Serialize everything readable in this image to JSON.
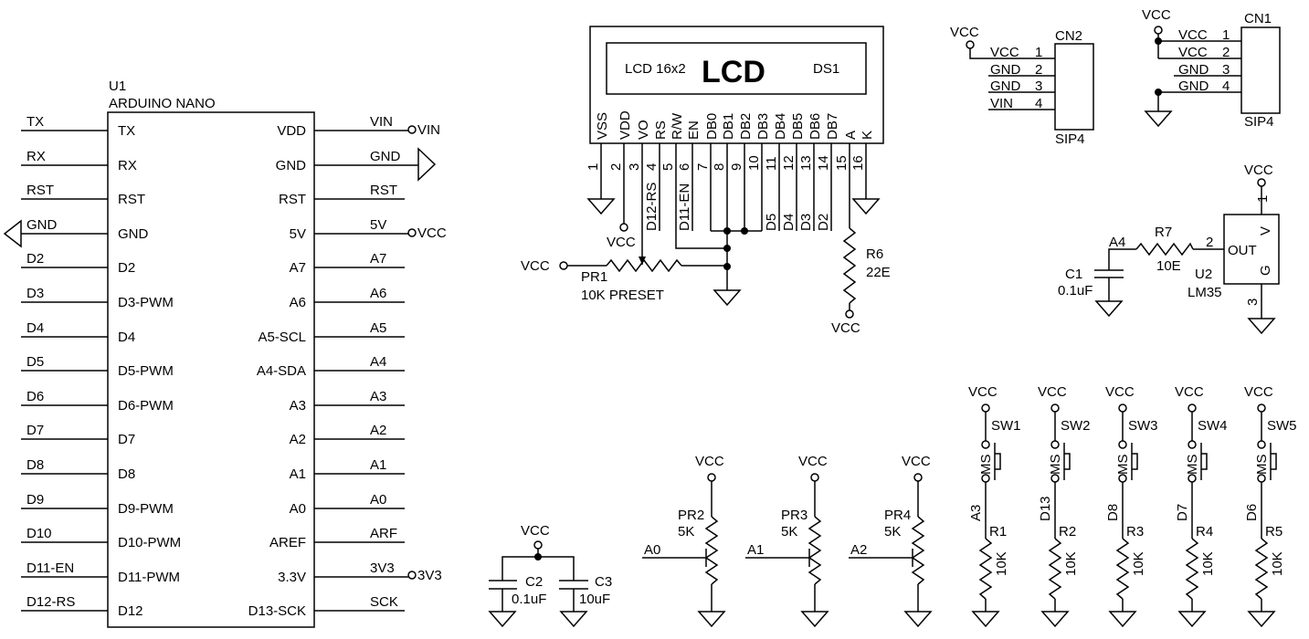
{
  "u1": {
    "ref": "U1",
    "value": "ARDUINO NANO",
    "left_pins": [
      {
        "pin": "TX",
        "net": "TX"
      },
      {
        "pin": "RX",
        "net": "RX"
      },
      {
        "pin": "RST",
        "net": "RST"
      },
      {
        "pin": "GND",
        "net": "GND"
      },
      {
        "pin": "D2",
        "net": "D2"
      },
      {
        "pin": "D3-PWM",
        "net": "D3"
      },
      {
        "pin": "D4",
        "net": "D4"
      },
      {
        "pin": "D5-PWM",
        "net": "D5"
      },
      {
        "pin": "D6-PWM",
        "net": "D6"
      },
      {
        "pin": "D7",
        "net": "D7"
      },
      {
        "pin": "D8",
        "net": "D8"
      },
      {
        "pin": "D9-PWM",
        "net": "D9"
      },
      {
        "pin": "D10-PWM",
        "net": "D10"
      },
      {
        "pin": "D11-PWM",
        "net": "D11-EN"
      },
      {
        "pin": "D12",
        "net": "D12-RS"
      }
    ],
    "right_pins": [
      {
        "pin": "VDD",
        "net": "VIN"
      },
      {
        "pin": "GND",
        "net": "GND"
      },
      {
        "pin": "RST",
        "net": "RST"
      },
      {
        "pin": "5V",
        "net": "5V"
      },
      {
        "pin": "A7",
        "net": "A7"
      },
      {
        "pin": "A6",
        "net": "A6"
      },
      {
        "pin": "A5-SCL",
        "net": "A5"
      },
      {
        "pin": "A4-SDA",
        "net": "A4"
      },
      {
        "pin": "A3",
        "net": "A3"
      },
      {
        "pin": "A2",
        "net": "A2"
      },
      {
        "pin": "A1",
        "net": "A1"
      },
      {
        "pin": "A0",
        "net": "A0"
      },
      {
        "pin": "AREF",
        "net": "ARF"
      },
      {
        "pin": "3.3V",
        "net": "3V3"
      },
      {
        "pin": "D13-SCK",
        "net": "SCK"
      }
    ],
    "vin_port": "VIN",
    "vcc_port": "VCC",
    "v33_port": "3V3"
  },
  "lcd": {
    "label": "LCD 16x2",
    "title": "LCD",
    "ref": "DS1",
    "pins": [
      "VSS",
      "VDD",
      "VO",
      "RS",
      "R/W",
      "EN",
      "DB0",
      "DB1",
      "DB2",
      "DB3",
      "DB4",
      "DB5",
      "DB6",
      "DB7",
      "A",
      "K"
    ],
    "pin_numbers": [
      "1",
      "2",
      "3",
      "4",
      "5",
      "6",
      "7",
      "8",
      "9",
      "10",
      "11",
      "12",
      "13",
      "14",
      "15",
      "16"
    ],
    "nets": {
      "rs": "D12-RS",
      "en": "D11-EN",
      "db4": "D5",
      "db5": "D4",
      "db6": "D3",
      "db7": "D2"
    },
    "vdd_vcc": "VCC"
  },
  "pr1": {
    "ref": "PR1",
    "value": "10K PRESET",
    "vcc": "VCC"
  },
  "r6": {
    "ref": "R6",
    "value": "22E",
    "vcc": "VCC"
  },
  "cn2": {
    "ref": "CN2",
    "type": "SIP4",
    "vcc": "VCC",
    "pins": [
      {
        "num": "1",
        "net": "VCC"
      },
      {
        "num": "2",
        "net": "GND"
      },
      {
        "num": "3",
        "net": "GND"
      },
      {
        "num": "4",
        "net": "VIN"
      }
    ]
  },
  "cn1": {
    "ref": "CN1",
    "type": "SIP4",
    "vcc": "VCC",
    "pins": [
      {
        "num": "1",
        "net": "VCC"
      },
      {
        "num": "2",
        "net": "VCC"
      },
      {
        "num": "3",
        "net": "GND"
      },
      {
        "num": "4",
        "net": "GND"
      }
    ]
  },
  "sensor": {
    "vcc": "VCC",
    "net": "A4",
    "r7": {
      "ref": "R7",
      "value": "10E"
    },
    "c1": {
      "ref": "C1",
      "value": "0.1uF"
    },
    "u2": {
      "ref": "U2",
      "value": "LM35",
      "pin_v": "V",
      "pin_out": "OUT",
      "pin_g": "G",
      "n1": "1",
      "n2": "2",
      "n3": "3"
    }
  },
  "caps": {
    "vcc": "VCC",
    "c2": {
      "ref": "C2",
      "value": "0.1uF"
    },
    "c3": {
      "ref": "C3",
      "value": "10uF"
    }
  },
  "presets": [
    {
      "ref": "PR2",
      "value": "5K",
      "net": "A0",
      "vcc": "VCC"
    },
    {
      "ref": "PR3",
      "value": "5K",
      "net": "A1",
      "vcc": "VCC"
    },
    {
      "ref": "PR4",
      "value": "5K",
      "net": "A2",
      "vcc": "VCC"
    }
  ],
  "switches": [
    {
      "sw": "SW1",
      "r": "R1",
      "rval": "10K",
      "net": "A3",
      "ms": "MS",
      "vcc": "VCC"
    },
    {
      "sw": "SW2",
      "r": "R2",
      "rval": "10K",
      "net": "D13",
      "ms": "MS",
      "vcc": "VCC"
    },
    {
      "sw": "SW3",
      "r": "R3",
      "rval": "10K",
      "net": "D8",
      "ms": "MS",
      "vcc": "VCC"
    },
    {
      "sw": "SW4",
      "r": "R4",
      "rval": "10K",
      "net": "D7",
      "ms": "MS",
      "vcc": "VCC"
    },
    {
      "sw": "SW5",
      "r": "R5",
      "rval": "10K",
      "net": "D6",
      "ms": "MS",
      "vcc": "VCC"
    }
  ]
}
